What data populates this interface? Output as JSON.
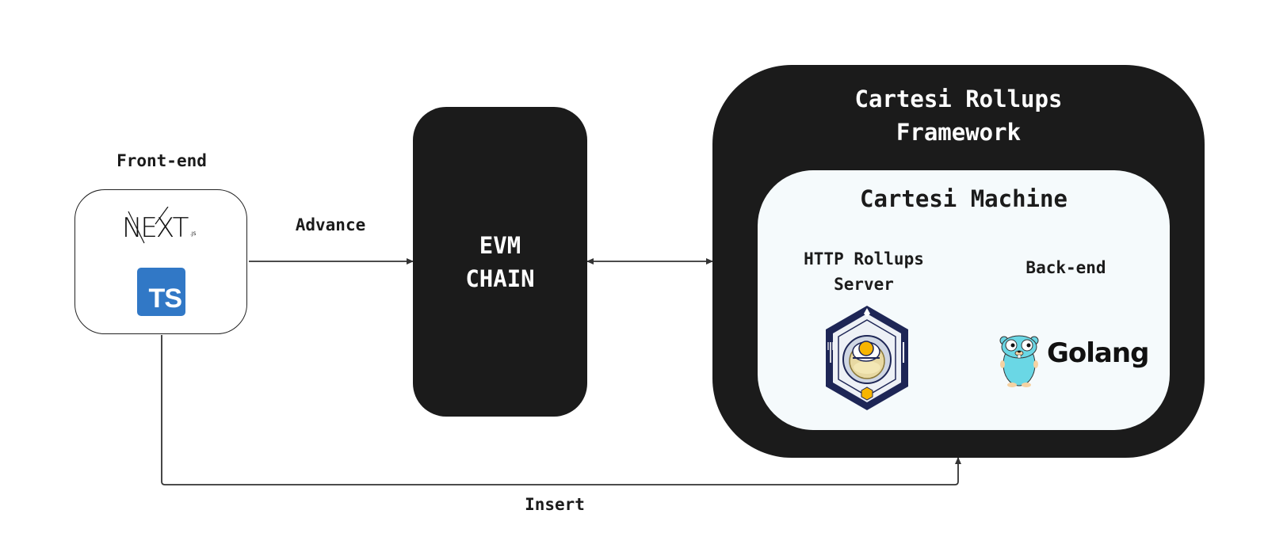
{
  "frontend": {
    "title": "Front-end",
    "next_logo_text": "NEXT",
    "next_logo_suffix": ".JS",
    "ts_logo_text": "TS"
  },
  "edges": {
    "advance": "Advance",
    "insert": "Insert"
  },
  "evm": {
    "line1": "EVM",
    "line2": "CHAIN"
  },
  "rollups": {
    "title_line1": "Cartesi Rollups",
    "title_line2": "Framework"
  },
  "machine": {
    "title": "Cartesi Machine",
    "http_server_line1": "HTTP Rollups",
    "http_server_line2": "Server",
    "backend_title": "Back-end",
    "golang_text": "Golang"
  },
  "icons": [
    "nextjs-logo",
    "typescript-logo",
    "http-server-logo",
    "gopher-mascot"
  ],
  "colors": {
    "dark_box": "#1b1b1b",
    "machine_bg": "#f5fafc",
    "ts_blue": "#3178c6",
    "gopher": "#6ad7e5",
    "egg_navy": "#1e2656"
  }
}
